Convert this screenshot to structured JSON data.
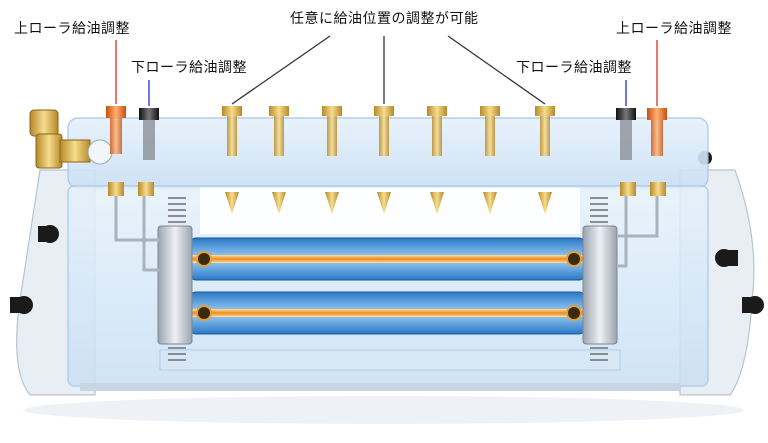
{
  "labels": {
    "upper_left": "上ローラ給油調整",
    "lower_left": "下ローラ給油調整",
    "center": "任意に給油位置の調整が可能",
    "upper_right": "上ローラ給油調整",
    "lower_right": "下ローラ給油調整"
  },
  "colors": {
    "upper_line": "#e03020",
    "lower_line": "#2030d0",
    "center_line": "#333333",
    "frame_blue": "#bfd9f2",
    "roller_orange": "#f0a030",
    "nozzle_gold": "#d8b048",
    "nozzle_orange": "#f07820",
    "nozzle_black": "#2a2a2a"
  }
}
